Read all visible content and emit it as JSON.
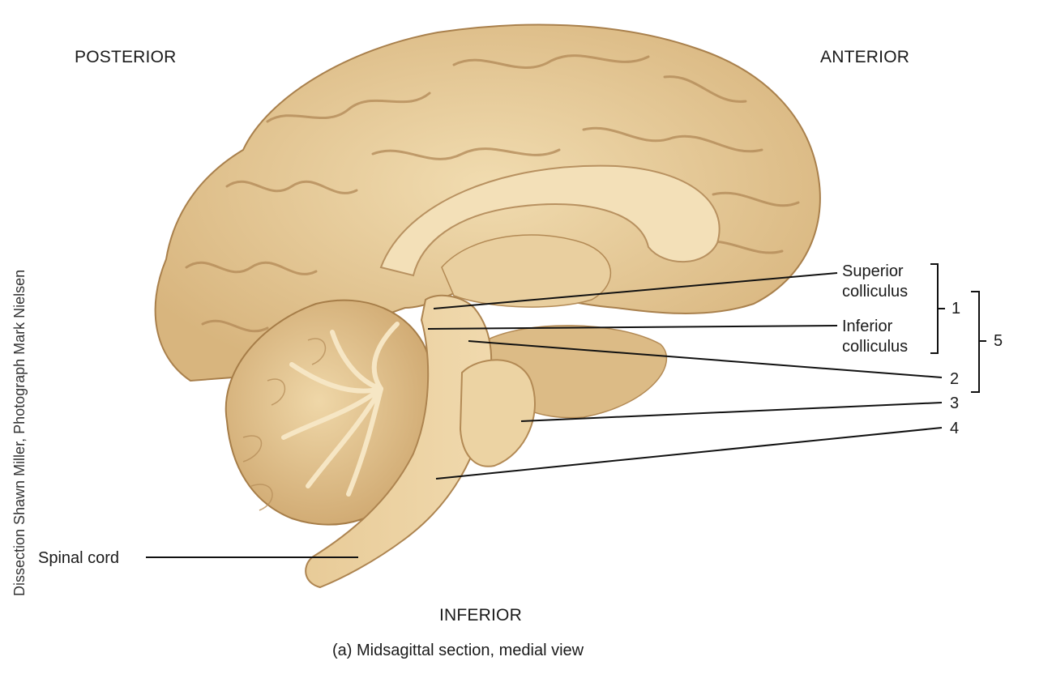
{
  "directions": {
    "posterior": "POSTERIOR",
    "anterior": "ANTERIOR",
    "inferior": "INFERIOR"
  },
  "labels": {
    "superior_colliculus": [
      "Superior",
      "colliculus"
    ],
    "inferior_colliculus": [
      "Inferior",
      "colliculus"
    ],
    "spinal_cord": "Spinal cord"
  },
  "numbers": {
    "n1": "1",
    "n2": "2",
    "n3": "3",
    "n4": "4",
    "n5": "5"
  },
  "caption": "(a) Midsagittal section, medial view",
  "credit": "Dissection Shawn Miller, Photograph Mark Nielsen",
  "colors": {
    "tissue": "#e5c796",
    "tissue_dark": "#b58d5a",
    "tissue_light": "#f3dfb6",
    "leader": "#111111"
  }
}
